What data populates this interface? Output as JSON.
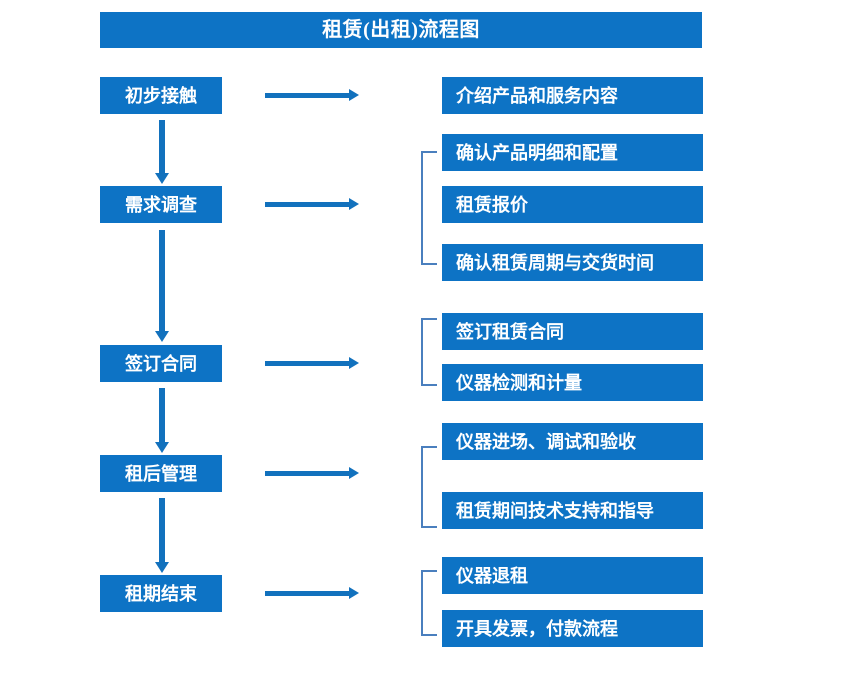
{
  "chart": {
    "title": "租赁(出租)流程图",
    "accent_color": "#0d73c5",
    "arrow_color": "#1271bd",
    "bracket_color": "#4a7fbe",
    "text_color": "#ffffff"
  },
  "stages": [
    {
      "id": "initial-contact",
      "label": "初步接触"
    },
    {
      "id": "needs-survey",
      "label": "需求调查"
    },
    {
      "id": "sign-contract",
      "label": "签订合同"
    },
    {
      "id": "post-rent-manage",
      "label": "租后管理"
    },
    {
      "id": "lease-end",
      "label": "租期结束"
    }
  ],
  "details": [
    {
      "id": "introduce-products",
      "label": "介绍产品和服务内容"
    },
    {
      "id": "confirm-spec-config",
      "label": "确认产品明细和配置"
    },
    {
      "id": "rental-quotation",
      "label": "租赁报价"
    },
    {
      "id": "confirm-period-delivery",
      "label": "确认租赁周期与交货时间"
    },
    {
      "id": "sign-rental-contract",
      "label": "签订租赁合同"
    },
    {
      "id": "instrument-test-meter",
      "label": "仪器检测和计量"
    },
    {
      "id": "instrument-entry-debug",
      "label": "仪器进场、调试和验收"
    },
    {
      "id": "tech-support-guidance",
      "label": "租赁期间技术支持和指导"
    },
    {
      "id": "instrument-return",
      "label": "仪器退租"
    },
    {
      "id": "invoice-payment",
      "label": "开具发票，付款流程"
    }
  ]
}
